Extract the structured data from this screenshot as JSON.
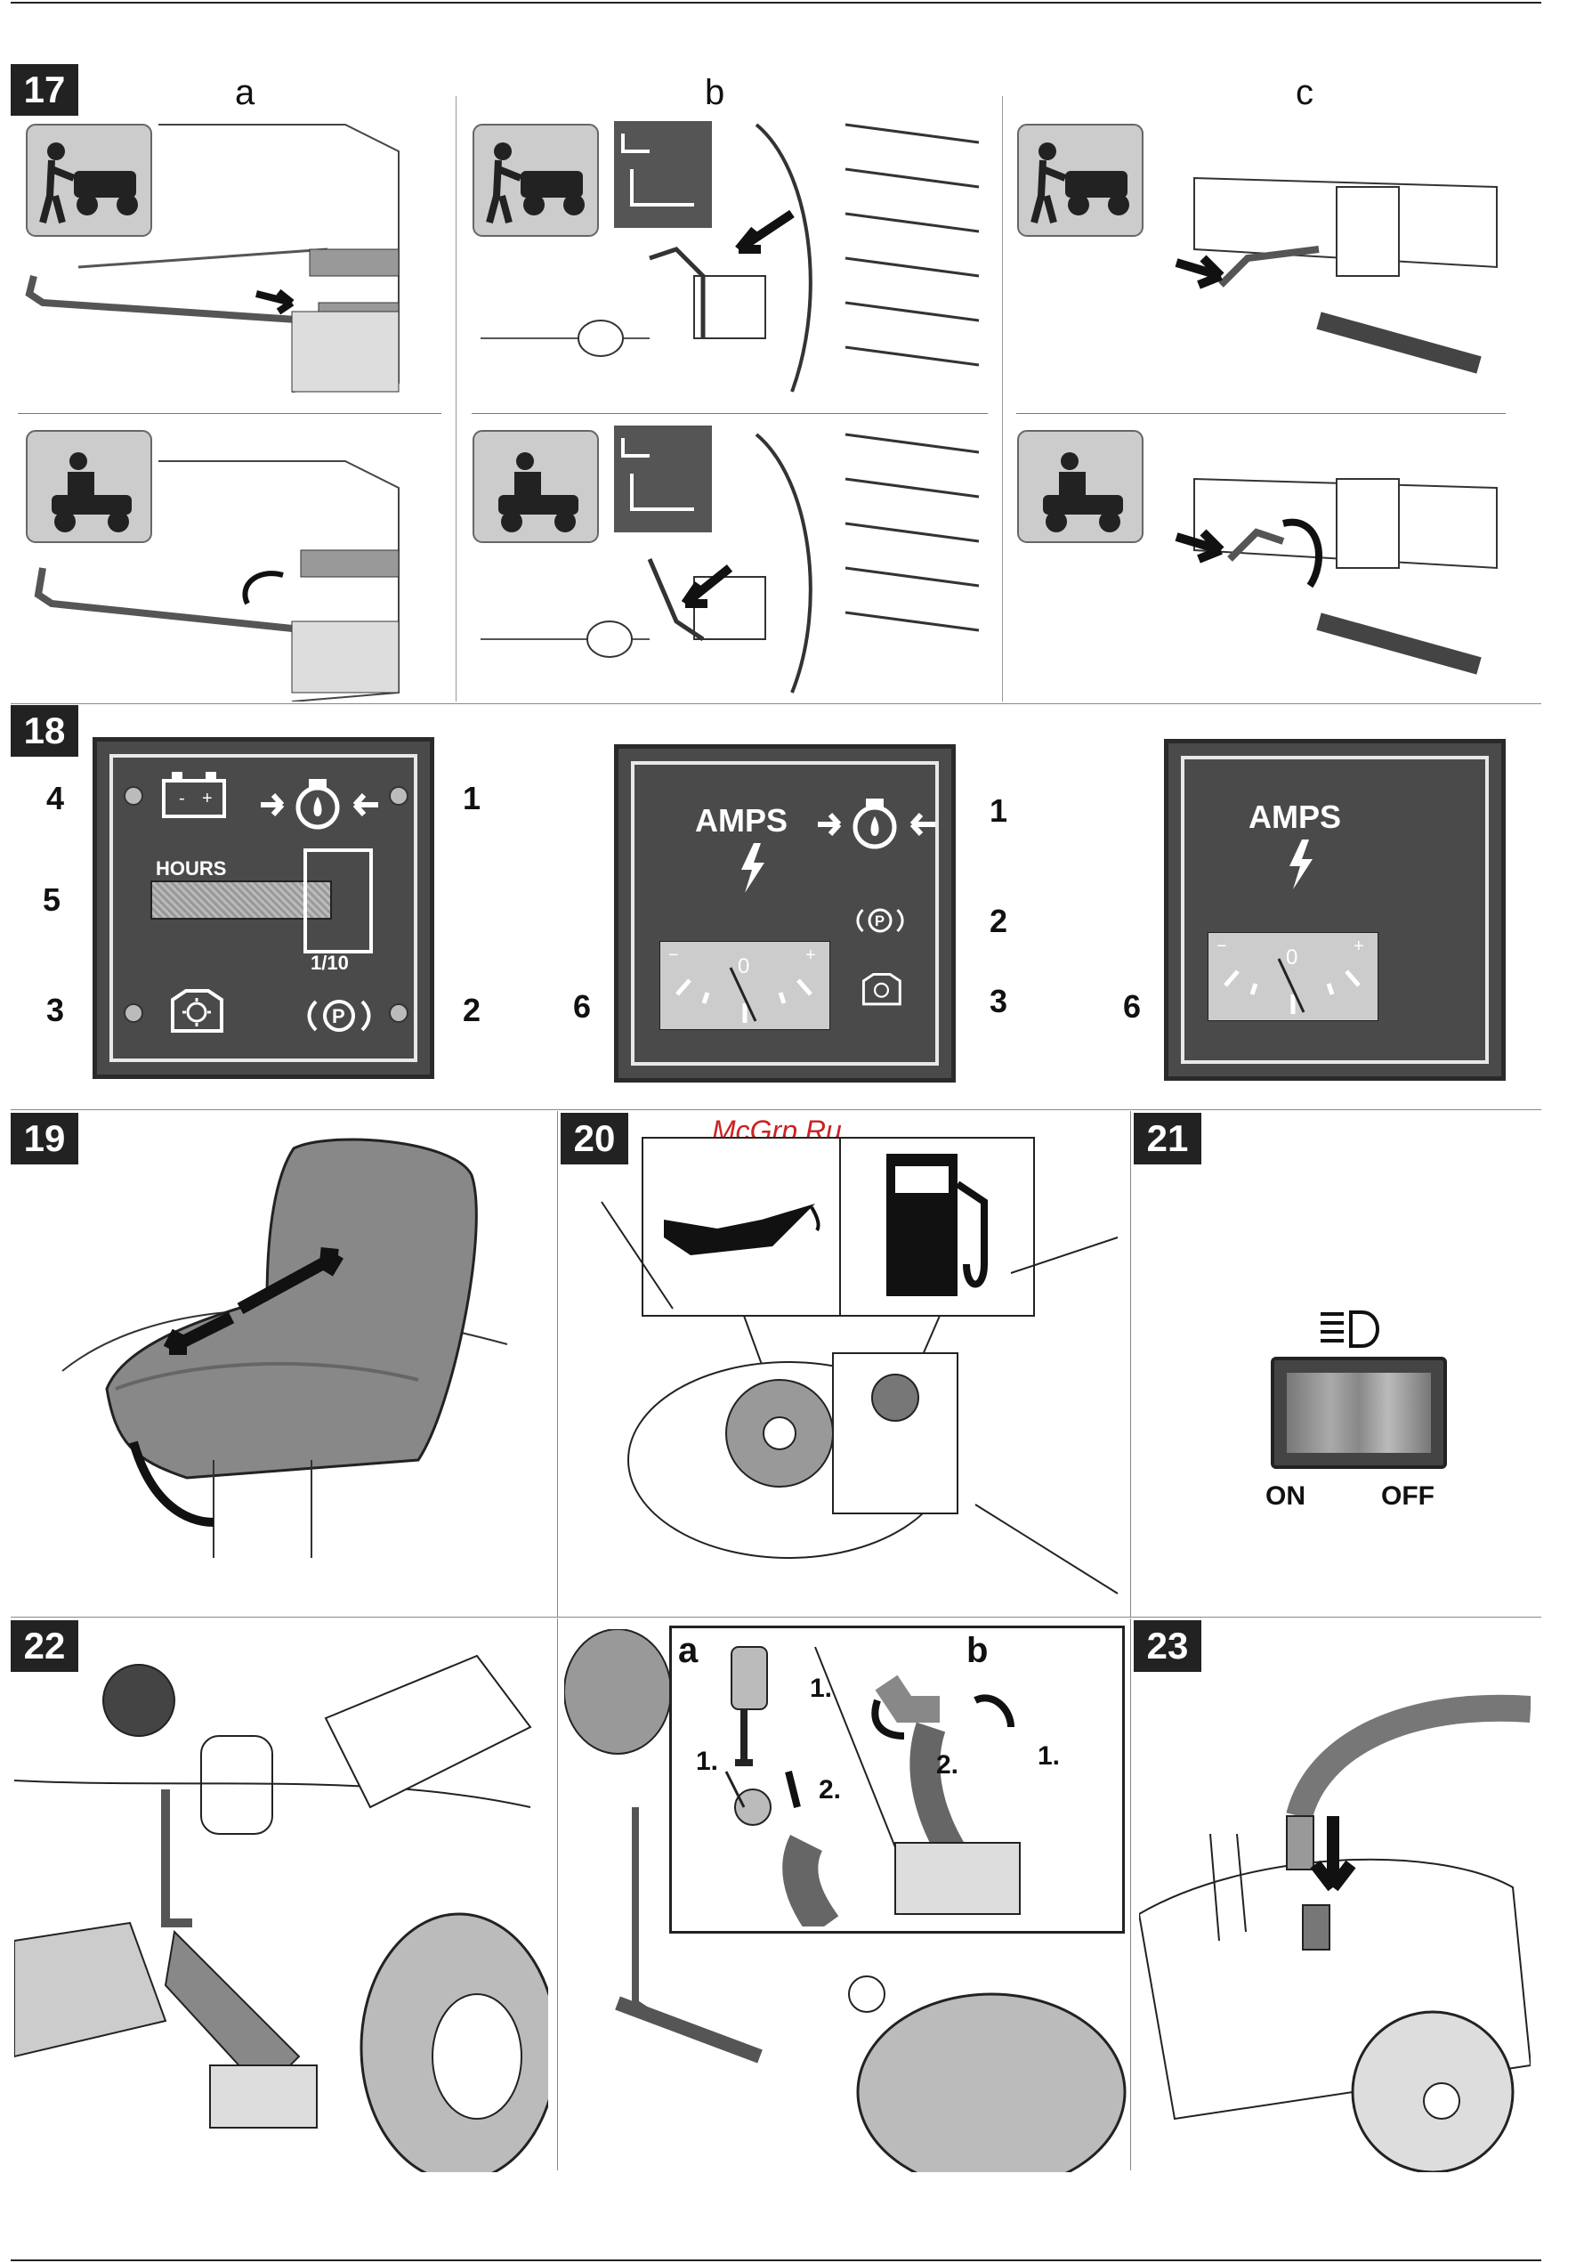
{
  "watermark": "McGrp.Ru",
  "figures": {
    "f17": {
      "number": "17",
      "sub_a": "a",
      "sub_b": "b",
      "sub_c": "c"
    },
    "f18": {
      "number": "18",
      "panel1": {
        "hours": "HOURS",
        "tenth": "1/10",
        "callouts": [
          "1",
          "2",
          "3",
          "4",
          "5"
        ]
      },
      "panel2": {
        "amps": "AMPS",
        "callouts": [
          "1",
          "2",
          "3",
          "6"
        ]
      },
      "panel3": {
        "amps": "AMPS",
        "callouts": [
          "6"
        ]
      }
    },
    "f19": {
      "number": "19"
    },
    "f20": {
      "number": "20"
    },
    "f21": {
      "number": "21",
      "on": "ON",
      "off": "OFF"
    },
    "f22": {
      "number": "22",
      "sub_a": "a",
      "sub_b": "b",
      "step1": "1.",
      "step2": "2."
    },
    "f23": {
      "number": "23"
    }
  },
  "icons": {
    "walk_mower": "walk-behind-tractor-icon",
    "ride_mower": "riding-tractor-icon",
    "oil": "oil-can-icon",
    "fuel": "fuel-pump-icon",
    "battery": "battery-icon",
    "engine_oil": "oil-pressure-icon",
    "parking": "parking-brake-icon",
    "pto": "blade-engage-icon",
    "bolt": "lightning-icon",
    "headlight": "headlight-icon"
  },
  "colors": {
    "panel": "#4a4a4a",
    "fig_bg": "#222222",
    "watermark": "#cc2222"
  }
}
